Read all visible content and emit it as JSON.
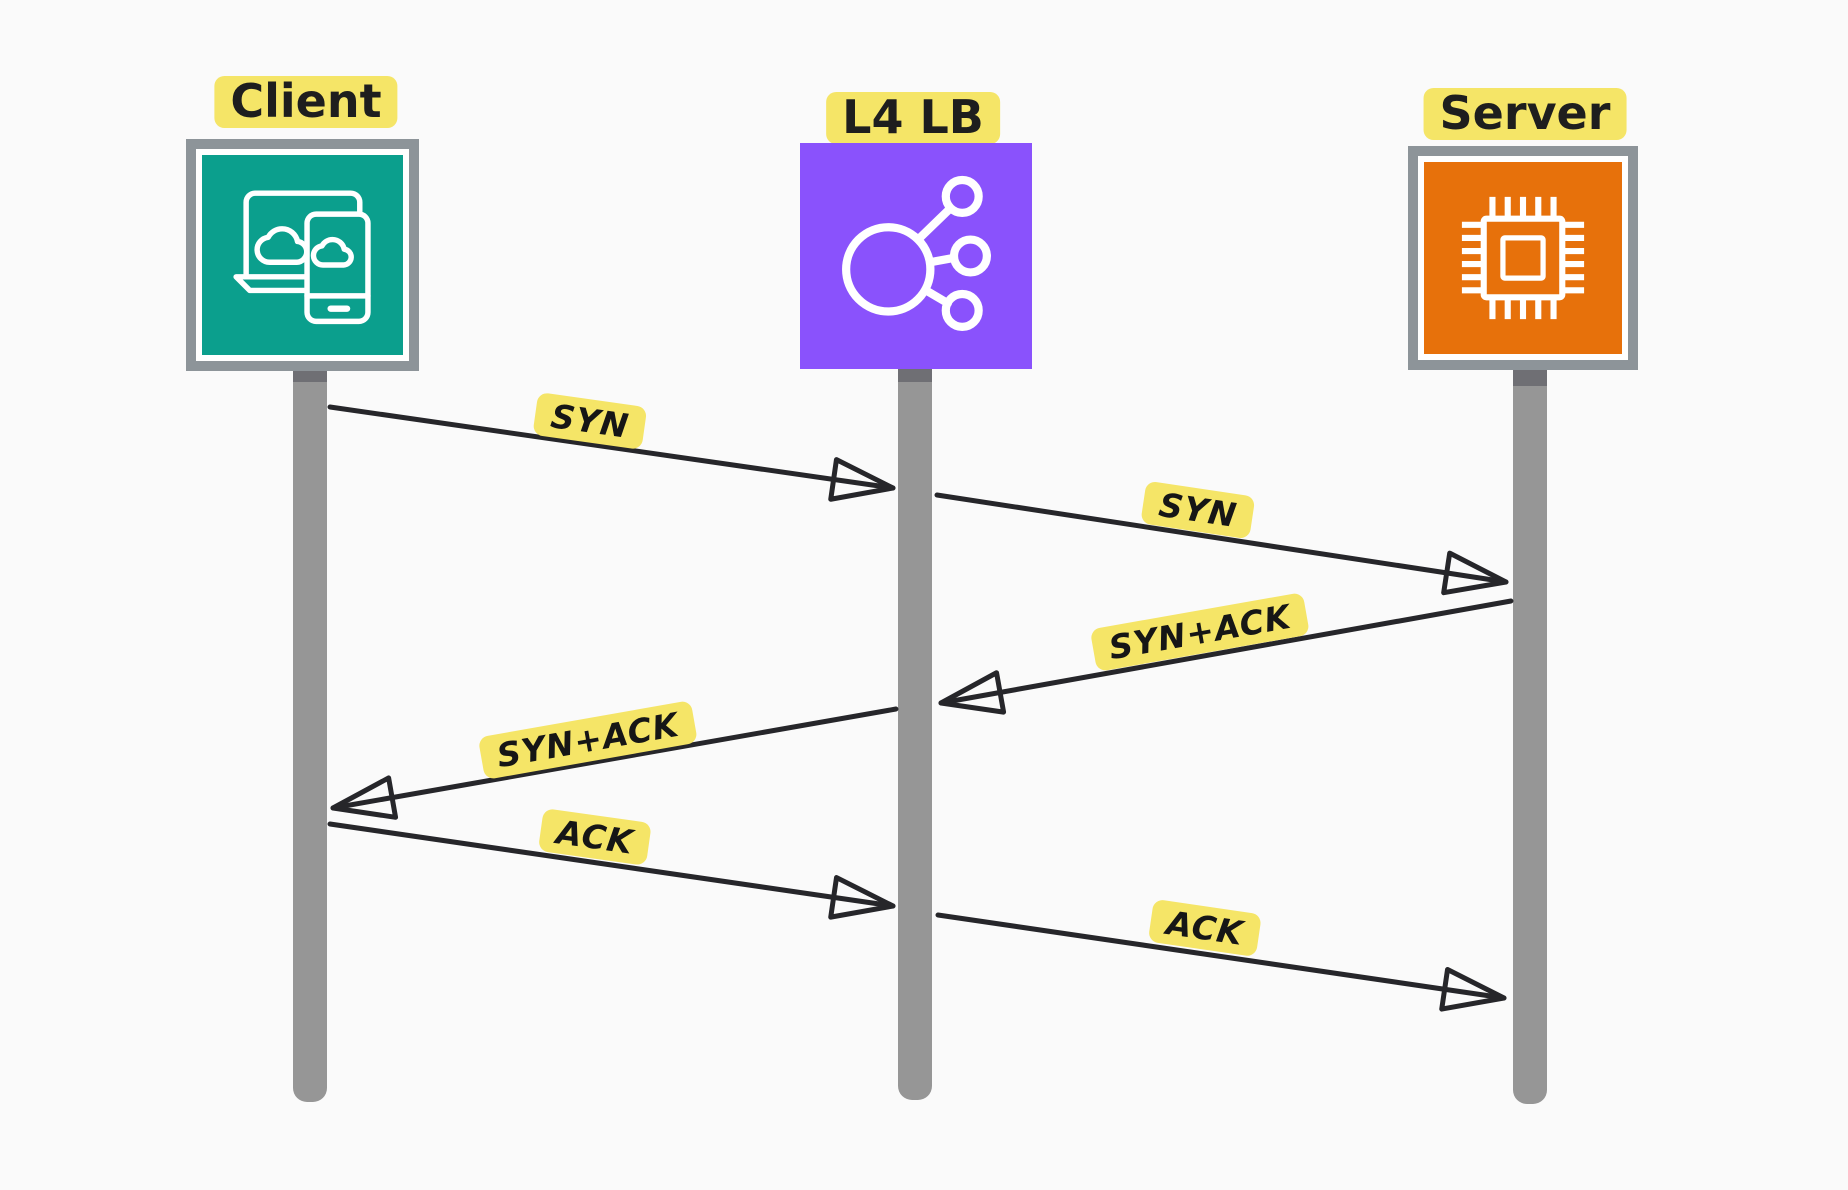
{
  "diagram": {
    "type": "sequence-diagram",
    "actors": [
      {
        "label": "Client",
        "color": "#0b9f8d"
      },
      {
        "label": "L4 LB",
        "color": "#8a52fc"
      },
      {
        "label": "Server",
        "color": "#e7710b"
      }
    ],
    "messages": [
      {
        "from": "Client",
        "to": "L4 LB",
        "label": "SYN"
      },
      {
        "from": "L4 LB",
        "to": "Server",
        "label": "SYN"
      },
      {
        "from": "Server",
        "to": "L4 LB",
        "label": "SYN+ACK"
      },
      {
        "from": "L4 LB",
        "to": "Client",
        "label": "SYN+ACK"
      },
      {
        "from": "Client",
        "to": "L4 LB",
        "label": "ACK"
      },
      {
        "from": "L4 LB",
        "to": "Server",
        "label": "ACK"
      }
    ],
    "colors": {
      "background": "#fafafa",
      "highlight_yellow": "#f5e567",
      "client_teal": "#0b9f8d",
      "lb_purple": "#8a52fc",
      "server_orange": "#e7710b",
      "frame_gray": "#8d9499",
      "lifeline_gray": "#969696",
      "arrow_dark": "#26262a"
    }
  }
}
